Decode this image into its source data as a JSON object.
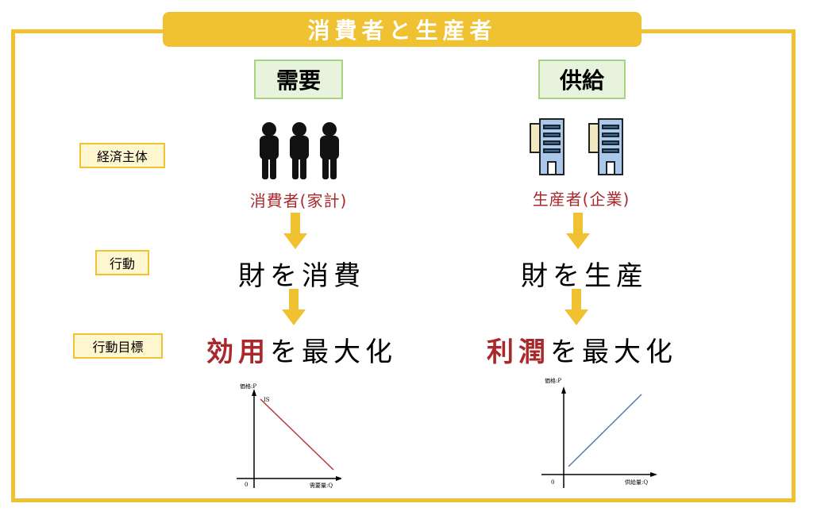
{
  "title": "消費者と生産者",
  "row_labels": [
    "経済主体",
    "行動",
    "行動目標"
  ],
  "columns": [
    {
      "header": "需要",
      "actor": "消費者(家計)",
      "action": "財を消費",
      "goal_highlight": "効用",
      "goal_rest": "を最大化",
      "chart": {
        "ylabel": "価格:P",
        "xlabel": "需要量:Q",
        "origin": "0",
        "curve_label": "IS"
      }
    },
    {
      "header": "供給",
      "actor": "生産者(企業)",
      "action": "財を生産",
      "goal_highlight": "利潤",
      "goal_rest": "を最大化",
      "chart": {
        "ylabel": "価格:P",
        "xlabel": "供給量:Q",
        "origin": "0"
      }
    }
  ],
  "colors": {
    "accent": "#f0c131",
    "red": "#a8282b",
    "green_bg": "#e7f3dc",
    "demand_line": "#b83a3a",
    "supply_line": "#5a78b0"
  }
}
